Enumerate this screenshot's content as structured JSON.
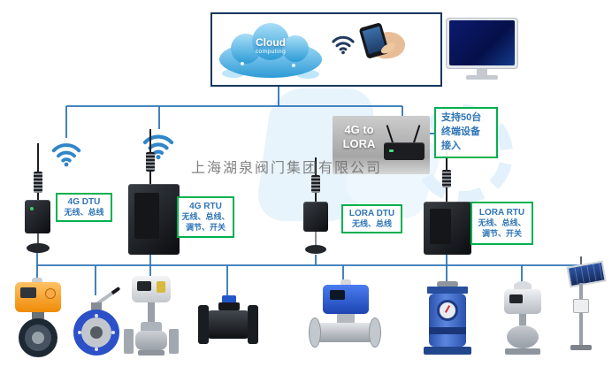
{
  "company": {
    "watermark_text": "上海湖泉阀门集团有限公司"
  },
  "cloud_platform": {
    "cloud_title": "Cloud",
    "cloud_subtitle": "computing"
  },
  "gateway": {
    "label_line1": "4G to",
    "label_line2": "LORA"
  },
  "capacity_note": {
    "line1": "支持50台",
    "line2": "终端设备",
    "line3": "接入"
  },
  "device_labels": {
    "dtu_4g": {
      "title": "4G DTU",
      "line1": "无线、总线"
    },
    "rtu_4g": {
      "title": "4G RTU",
      "line1": "无线、总线、",
      "line2": "调节、开关"
    },
    "dtu_lora": {
      "title": "LORA DTU",
      "line1": "无线、总线"
    },
    "rtu_lora": {
      "title": "LORA RTU",
      "line1": "无线、总线、",
      "line2": "调节、开关"
    }
  },
  "icons": {
    "wifi_top": "wifi-signal",
    "wifi_left": "wifi-signal",
    "wifi_mid": "wifi-signal",
    "cloud": "cloud-computing",
    "monitor": "desktop-monitor",
    "phone": "hand-holding-phone"
  },
  "images": {
    "devices": [
      "4g-dtu-module",
      "4g-rtu-module",
      "4g-to-lora-gateway",
      "lora-dtu-module",
      "lora-rtu-module"
    ],
    "products": [
      "electric-butterfly-valve-orange-actuator",
      "manual-butterfly-valve-blue",
      "electric-gate-valve",
      "black-ball-valve",
      "electric-ball-valve-blue-actuator",
      "electromagnetic-flowmeter-blue",
      "electric-control-valve-gray",
      "solar-powered-monitoring-pole"
    ]
  },
  "colors": {
    "connector_line": "#2e75b6",
    "label_border_green": "#00b050",
    "label_text_blue": "#2e75b6",
    "box_border_navy": "#17365d",
    "cloud_blue": "#2d9bd6"
  }
}
